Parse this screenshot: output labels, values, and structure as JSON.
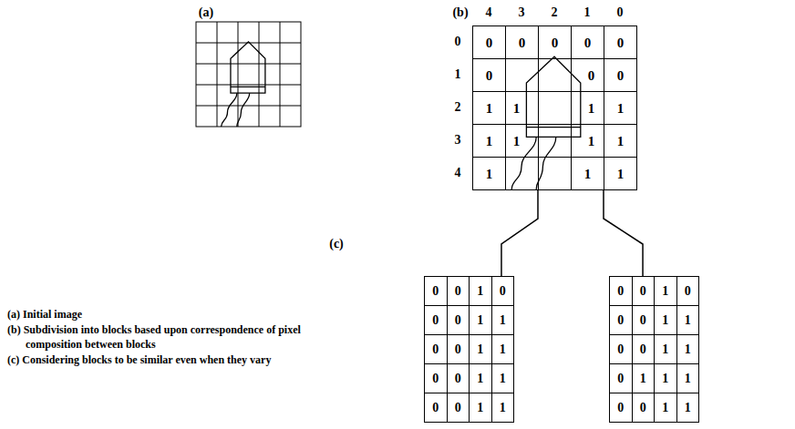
{
  "diagram": {
    "nodes": [
      {
        "text": [
          "0",
          "0",
          "0",
          "0",
          "0",
          "0",
          "0",
          "0",
          "1",
          "1",
          "1",
          "1",
          "1",
          "1",
          "1",
          "1",
          "1",
          "1",
          "1"
        ]
      },
      {
        "text": [
          "0",
          "0",
          "1",
          "0",
          "0",
          "0",
          "1",
          "1",
          "0",
          "0",
          "1",
          "1",
          "0",
          "0",
          "1",
          "1",
          "0",
          "0",
          "1",
          "1"
        ]
      },
      {
        "text": [
          "0",
          "0",
          "1",
          "0",
          "0",
          "0",
          "1",
          "1",
          "0",
          "0",
          "1",
          "1",
          "0",
          "1",
          "1",
          "1",
          "0",
          "0",
          "1",
          "1"
        ]
      }
    ],
    "edges": [
      {
        "from": 0,
        "to": 1,
        "arrow": "none"
      },
      {
        "from": 0,
        "to": 2,
        "arrow": "none"
      }
    ],
    "labels": [
      "(a)",
      "(b)",
      "4",
      "3",
      "2",
      "1",
      "0",
      "0",
      "1",
      "2",
      "3",
      "4",
      "(c)",
      "(a) Initial image",
      "(b) Subdivision into blocks based upon correspondence of pixel composition between blocks",
      "(c) Considering blocks to be similar even when they vary"
    ]
  }
}
